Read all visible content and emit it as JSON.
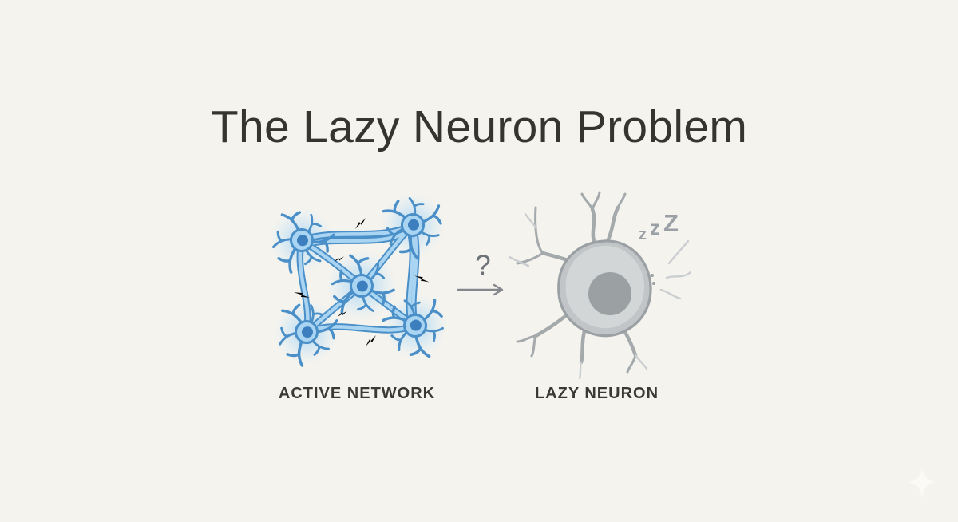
{
  "slide": {
    "title": "The Lazy Neuron Problem",
    "background_color": "#f2f1ec",
    "title_color": "#363430",
    "label_color": "#3b3936"
  },
  "comparison": {
    "active_network": {
      "label": "ACTIVE NETWORK",
      "colors": {
        "neuron_fill": "#a9d5f3",
        "neuron_outline": "#4a8fc7",
        "nucleus": "#3d7fbe",
        "glow": "#b5dcf6",
        "spark": "#e6a258"
      }
    },
    "transition": {
      "question_mark": "?",
      "arrow_color": "#84888c"
    },
    "lazy_neuron": {
      "label": "LAZY NEURON",
      "sleep": {
        "z1": "z",
        "z2": "z",
        "z3": "Z"
      },
      "colors": {
        "body": "#c7cacb",
        "body_highlight": "#d4d7d8",
        "outline": "#9aa0a3",
        "nucleus": "#9ba0a3",
        "dendrite": "#a4a9ac",
        "sleep_text": "#9aa0a5"
      }
    }
  },
  "watermark": {
    "icon": "sparkle",
    "color": "#fcfbf7"
  }
}
